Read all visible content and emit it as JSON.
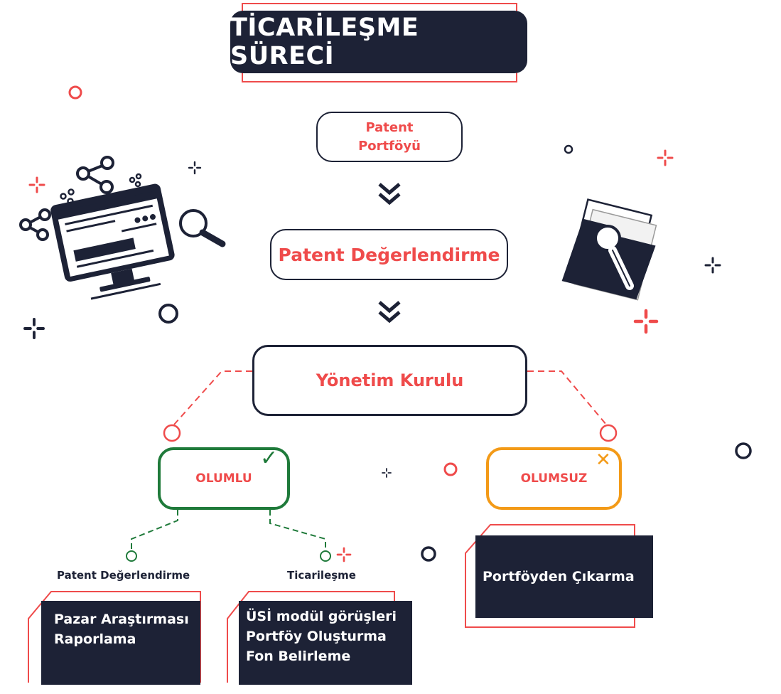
{
  "title": "TİCARİLEŞME SÜRECİ",
  "nodes": {
    "portfolio_line1": "Patent",
    "portfolio_line2": "Portföyü",
    "evaluation": "Patent Değerlendirme",
    "board": "Yönetim Kurulu",
    "positive": "OLUMLU",
    "negative": "OLUMSUZ"
  },
  "branches": {
    "left_label": "Patent Değerlendirme",
    "right_label": "Ticarileşme"
  },
  "outcomes": {
    "left": [
      "Pazar Araştırması",
      "Raporlama"
    ],
    "middle": [
      "ÜSİ modül görüşleri",
      "Portföy Oluşturma",
      "Fon Belirleme"
    ],
    "negative": "Portföyden Çıkarma"
  },
  "colors": {
    "navy": "#1d2236",
    "accent_red": "#ef4b4b",
    "positive_green": "#1f7a3a",
    "negative_orange": "#f39a17"
  },
  "icons": [
    "computer-network-icon",
    "folder-search-icon",
    "checkmark-icon",
    "cross-icon",
    "double-chevron-down-icon",
    "sparkle-icon",
    "circle-icon"
  ]
}
